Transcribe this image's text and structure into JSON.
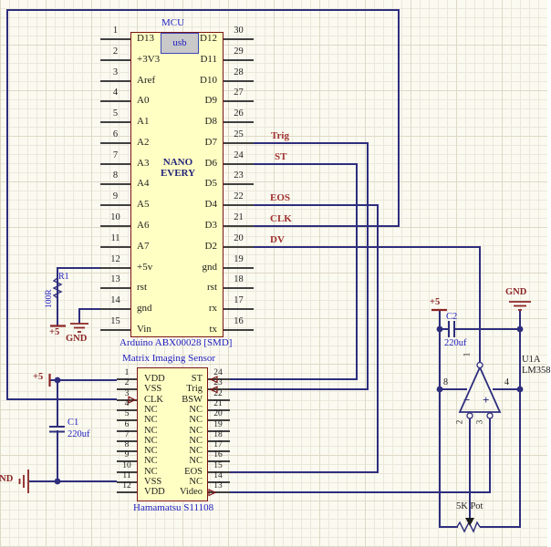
{
  "mcu": {
    "title": "MCU",
    "usb_label": "usb",
    "core_line1": "NANO",
    "core_line2": "EVERY",
    "footer": "Arduino ABX00028 [SMD]",
    "left_pins": [
      {
        "num": "1",
        "name": "D13"
      },
      {
        "num": "2",
        "name": "+3V3"
      },
      {
        "num": "3",
        "name": "Aref"
      },
      {
        "num": "4",
        "name": "A0"
      },
      {
        "num": "5",
        "name": "A1"
      },
      {
        "num": "6",
        "name": "A2"
      },
      {
        "num": "7",
        "name": "A3"
      },
      {
        "num": "8",
        "name": "A4"
      },
      {
        "num": "9",
        "name": "A5"
      },
      {
        "num": "10",
        "name": "A6"
      },
      {
        "num": "11",
        "name": "A7"
      },
      {
        "num": "12",
        "name": "+5v"
      },
      {
        "num": "13",
        "name": "rst"
      },
      {
        "num": "14",
        "name": "gnd"
      },
      {
        "num": "15",
        "name": "Vin"
      }
    ],
    "right_pins": [
      {
        "num": "30",
        "name": "D12"
      },
      {
        "num": "29",
        "name": "D11"
      },
      {
        "num": "28",
        "name": "D10"
      },
      {
        "num": "27",
        "name": "D9"
      },
      {
        "num": "26",
        "name": "D8"
      },
      {
        "num": "25",
        "name": "D7"
      },
      {
        "num": "24",
        "name": "D6"
      },
      {
        "num": "23",
        "name": "D5"
      },
      {
        "num": "22",
        "name": "D4"
      },
      {
        "num": "21",
        "name": "D3"
      },
      {
        "num": "20",
        "name": "D2"
      },
      {
        "num": "19",
        "name": "gnd"
      },
      {
        "num": "18",
        "name": "rst"
      },
      {
        "num": "17",
        "name": "rx"
      },
      {
        "num": "16",
        "name": "tx"
      }
    ]
  },
  "sensor": {
    "title": "Matrix Imaging Sensor",
    "footer": "Hamamatsu S11108",
    "left_pins": [
      {
        "num": "1",
        "name": "VDD"
      },
      {
        "num": "2",
        "name": "VSS"
      },
      {
        "num": "3",
        "name": "CLK"
      },
      {
        "num": "4",
        "name": "NC"
      },
      {
        "num": "5",
        "name": "NC"
      },
      {
        "num": "6",
        "name": "NC"
      },
      {
        "num": "7",
        "name": "NC"
      },
      {
        "num": "8",
        "name": "NC"
      },
      {
        "num": "9",
        "name": "NC"
      },
      {
        "num": "10",
        "name": "NC"
      },
      {
        "num": "11",
        "name": "VSS"
      },
      {
        "num": "12",
        "name": "VDD"
      }
    ],
    "right_pins": [
      {
        "num": "24",
        "name": "ST"
      },
      {
        "num": "23",
        "name": "Trig"
      },
      {
        "num": "22",
        "name": "BSW"
      },
      {
        "num": "21",
        "name": "NC"
      },
      {
        "num": "20",
        "name": "NC"
      },
      {
        "num": "19",
        "name": "NC"
      },
      {
        "num": "18",
        "name": "NC"
      },
      {
        "num": "17",
        "name": "NC"
      },
      {
        "num": "16",
        "name": "NC"
      },
      {
        "num": "15",
        "name": "EOS"
      },
      {
        "num": "14",
        "name": "NC"
      },
      {
        "num": "13",
        "name": "Video"
      }
    ]
  },
  "opamp": {
    "designator": "U1A",
    "part": "LM358",
    "pin_output": "1",
    "pin_inverting": "2",
    "pin_noninverting": "3",
    "pin_vplus": "8",
    "pin_vminus": "4",
    "inverting_sign": "−",
    "noninverting_sign": "+"
  },
  "nets": {
    "trig": "Trig",
    "st": "ST",
    "eos": "EOS",
    "clk": "CLK",
    "dv": "DV"
  },
  "power": {
    "plus5": "+5",
    "gnd": "GND"
  },
  "components": {
    "r1": {
      "designator": "R1",
      "value": "100R"
    },
    "c1": {
      "designator": "C1",
      "value": "220uf"
    },
    "c2": {
      "designator": "C2",
      "value": "220uf"
    },
    "pot": {
      "label": "5K Pot"
    }
  },
  "colors": {
    "wire": "#2e2e7e",
    "chip_fill": "#ffffc4",
    "chip_border": "#7b1515",
    "net_label": "#a03030",
    "power": "#8b2525",
    "designator_blue": "#2020c0",
    "background": "#fbfaf0",
    "usb_fill": "#c9c9c9"
  }
}
